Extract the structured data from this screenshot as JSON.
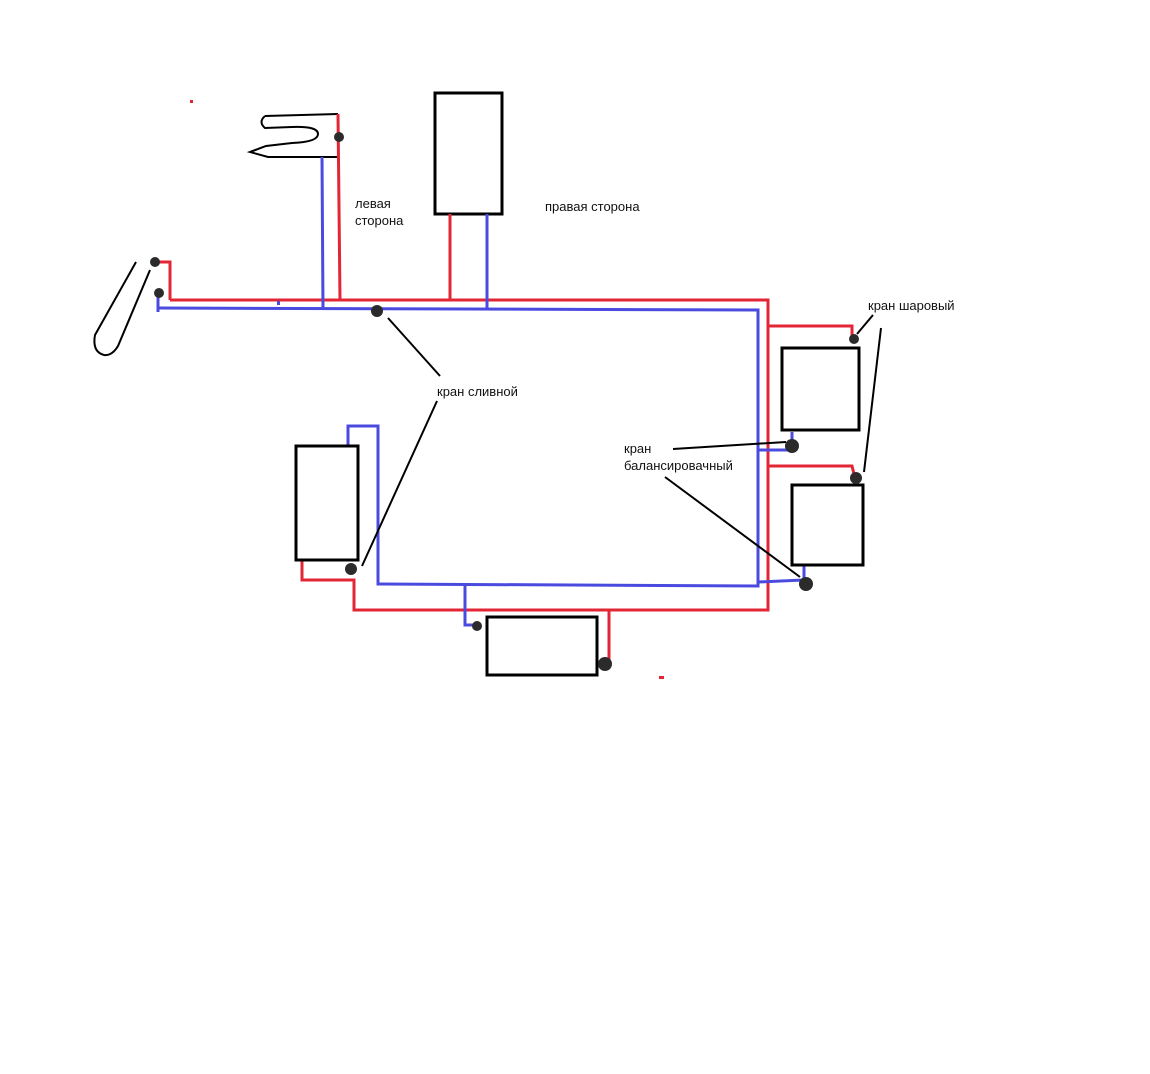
{
  "labels": {
    "left_side_line1": "левая",
    "left_side_line2": "сторона",
    "right_side": "правая сторона",
    "drain_valve": "кран сливной",
    "ball_valve": "кран шаровый",
    "balancing_valve_line1": "кран",
    "balancing_valve_line2": "балансировачный"
  },
  "colors": {
    "supply_pipe": "#e32636",
    "return_pipe": "#4a4adf",
    "outline": "#000000",
    "valve": "#2b2b2b"
  }
}
